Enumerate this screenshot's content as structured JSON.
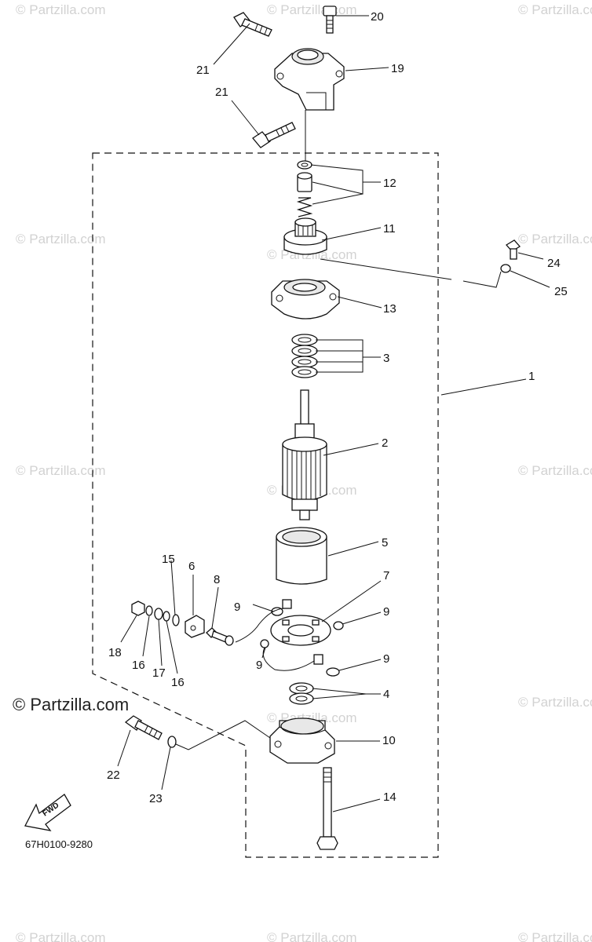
{
  "watermark": "© Partzilla.com",
  "brand_watermark": "© Partzilla.com",
  "diagram_code": "67H0100-9280",
  "fwd_label": "FWD",
  "callouts": {
    "c1": "1",
    "c2": "2",
    "c3": "3",
    "c4": "4",
    "c5": "5",
    "c6": "6",
    "c7": "7",
    "c8": "8",
    "c9a": "9",
    "c9b": "9",
    "c9c": "9",
    "c9d": "9",
    "c10": "10",
    "c11": "11",
    "c12": "12",
    "c13": "13",
    "c14": "14",
    "c15": "15",
    "c16a": "16",
    "c16b": "16",
    "c17": "17",
    "c18": "18",
    "c19": "19",
    "c20": "20",
    "c21a": "21",
    "c21b": "21",
    "c22": "22",
    "c23": "23",
    "c24": "24",
    "c25": "25"
  }
}
